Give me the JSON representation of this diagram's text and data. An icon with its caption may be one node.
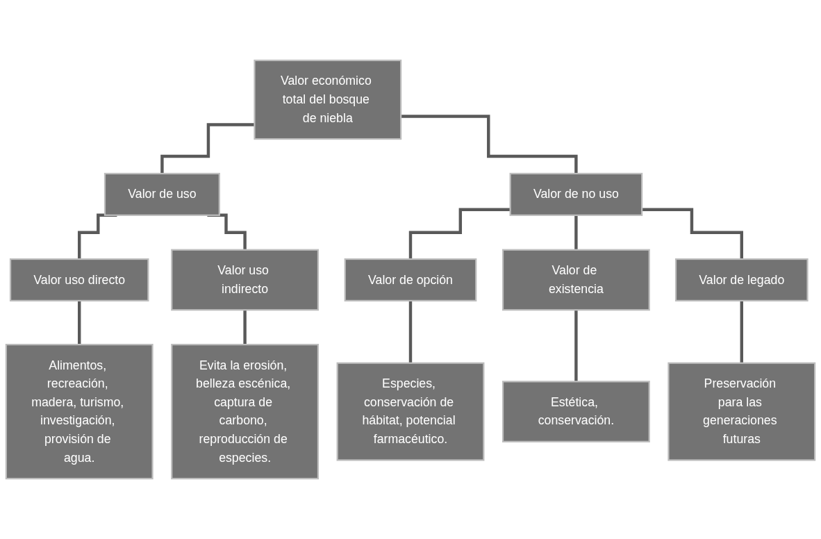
{
  "diagram": {
    "nodes": [
      {
        "text": [
          "Valor económico total del bosque de niebla"
        ]
      },
      {
        "text": [
          "Valor de uso"
        ]
      },
      {
        "text": [
          "Valor de no uso"
        ]
      },
      {
        "text": [
          "Valor uso directo"
        ]
      },
      {
        "text": [
          "Valor uso indirecto"
        ]
      },
      {
        "text": [
          "Valor de opción"
        ]
      },
      {
        "text": [
          "Valor de existencia"
        ]
      },
      {
        "text": [
          "Valor de legado"
        ]
      },
      {
        "text": [
          "Alimentos, recreación, madera, turismo, investigación, provisión de agua."
        ]
      },
      {
        "text": [
          "Evita la erosión, belleza escénica, captura de carbono, reproducción de especies."
        ]
      },
      {
        "text": [
          "Especies, conservación de hábitat, potencial farmacéutico."
        ]
      },
      {
        "text": [
          "Estética, conservación."
        ]
      },
      {
        "text": [
          "Preservación para las generaciones futuras"
        ]
      }
    ],
    "edges": [
      {
        "from": 0,
        "to": 1,
        "arrow": "none"
      },
      {
        "from": 0,
        "to": 2,
        "arrow": "none"
      },
      {
        "from": 1,
        "to": 3,
        "arrow": "none"
      },
      {
        "from": 1,
        "to": 4,
        "arrow": "none"
      },
      {
        "from": 2,
        "to": 5,
        "arrow": "none"
      },
      {
        "from": 2,
        "to": 6,
        "arrow": "none"
      },
      {
        "from": 2,
        "to": 7,
        "arrow": "none"
      },
      {
        "from": 3,
        "to": 8,
        "arrow": "none"
      },
      {
        "from": 4,
        "to": 9,
        "arrow": "none"
      },
      {
        "from": 5,
        "to": 10,
        "arrow": "none"
      },
      {
        "from": 6,
        "to": 11,
        "arrow": "none"
      },
      {
        "from": 7,
        "to": 12,
        "arrow": "none"
      }
    ]
  }
}
